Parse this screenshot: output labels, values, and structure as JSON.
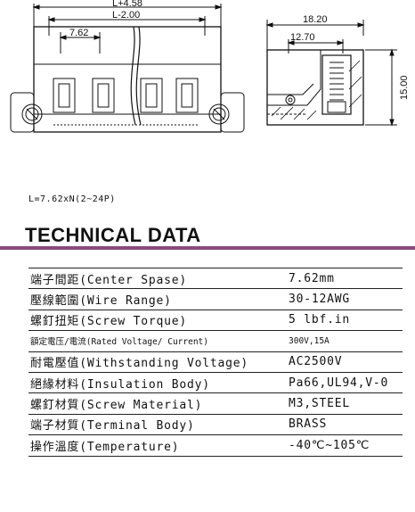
{
  "drawing": {
    "front_dims": {
      "overall": "L+4.58",
      "inner": "L-2.00",
      "pitch": "7.62"
    },
    "side_dims": {
      "width": "18.20",
      "inner": "12.70",
      "height": "15.00"
    }
  },
  "formula": "L=7.62xN(2~24P)",
  "section_title": "TECHNICAL DATA",
  "specs": [
    {
      "label": "端子間距(Center Spase)",
      "value": "7.62mm"
    },
    {
      "label": "壓線範圍(Wire Range)",
      "value": "30-12AWG"
    },
    {
      "label": "螺釘扭矩(Screw Torque)",
      "value": "5 lbf.in"
    },
    {
      "label": "額定電压/電流(Rated Voltage/ Current)",
      "value": "300V,15A"
    },
    {
      "label": "耐電壓值(Withstanding Voltage)",
      "value": "AC2500V"
    },
    {
      "label": "絕緣材料(Insulation Body)",
      "value": "Pa66,UL94,V-0"
    },
    {
      "label": "螺釘材質(Screw Material)",
      "value": "M3,STEEL"
    },
    {
      "label": "端子材質(Terminal Body)",
      "value": "BRASS"
    },
    {
      "label": "操作溫度(Temperature)",
      "value": "-40℃~105℃"
    }
  ]
}
